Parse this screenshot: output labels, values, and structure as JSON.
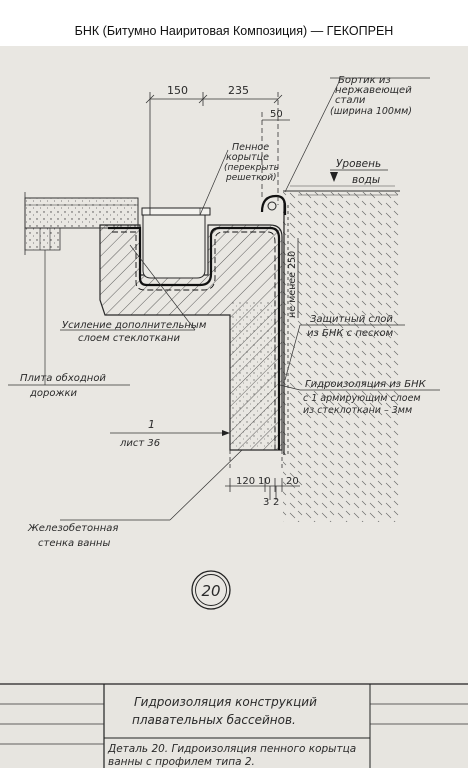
{
  "header": {
    "title": "БНК (Битумно Наиритовая Композиция) — ГЕКОПРЕН"
  },
  "drawing": {
    "dimensions": {
      "d150": "150",
      "d235": "235",
      "d50": "50",
      "d120": "120",
      "d10": "10",
      "d20": "20",
      "d3": "3",
      "d2": "2",
      "min250": "не менее 250"
    },
    "labels": {
      "bortik_l1": "Бортик из",
      "bortik_l2": "нержавеющей",
      "bortik_l3": "стали",
      "bortik_l4": "(ширина 100мм)",
      "korytce_l1": "Пенное",
      "korytce_l2": "корытце",
      "korytce_l3": "(перекрыть",
      "korytce_l4": "решеткой)",
      "level_l1": "Уровень",
      "level_l2": "воды",
      "reinf_l1": "Усиление дополнительным",
      "reinf_l2": "слоем стеклоткани",
      "plate_l1": "Плита обходной",
      "plate_l2": "дорожки",
      "protect_l1": "Защитный слой",
      "protect_l2": "из БНК с песком",
      "hydro_l1": "Гидроизоляция из БНК",
      "hydro_l2": "с 1 армирующим слоем",
      "hydro_l3": "из стеклоткани – 3мм",
      "ref_num": "1",
      "ref_sheet": "лист 36",
      "wall_l1": "Железобетонная",
      "wall_l2": "стенка ванны",
      "detail_num": "20"
    },
    "title_block": {
      "title_l1": "Гидроизоляция конструкций",
      "title_l2": "плавательных бассейнов.",
      "detail_l1": "Деталь 20. Гидроизоляция пенного корытца",
      "detail_l2": "ванны с профилем типа 2."
    }
  }
}
